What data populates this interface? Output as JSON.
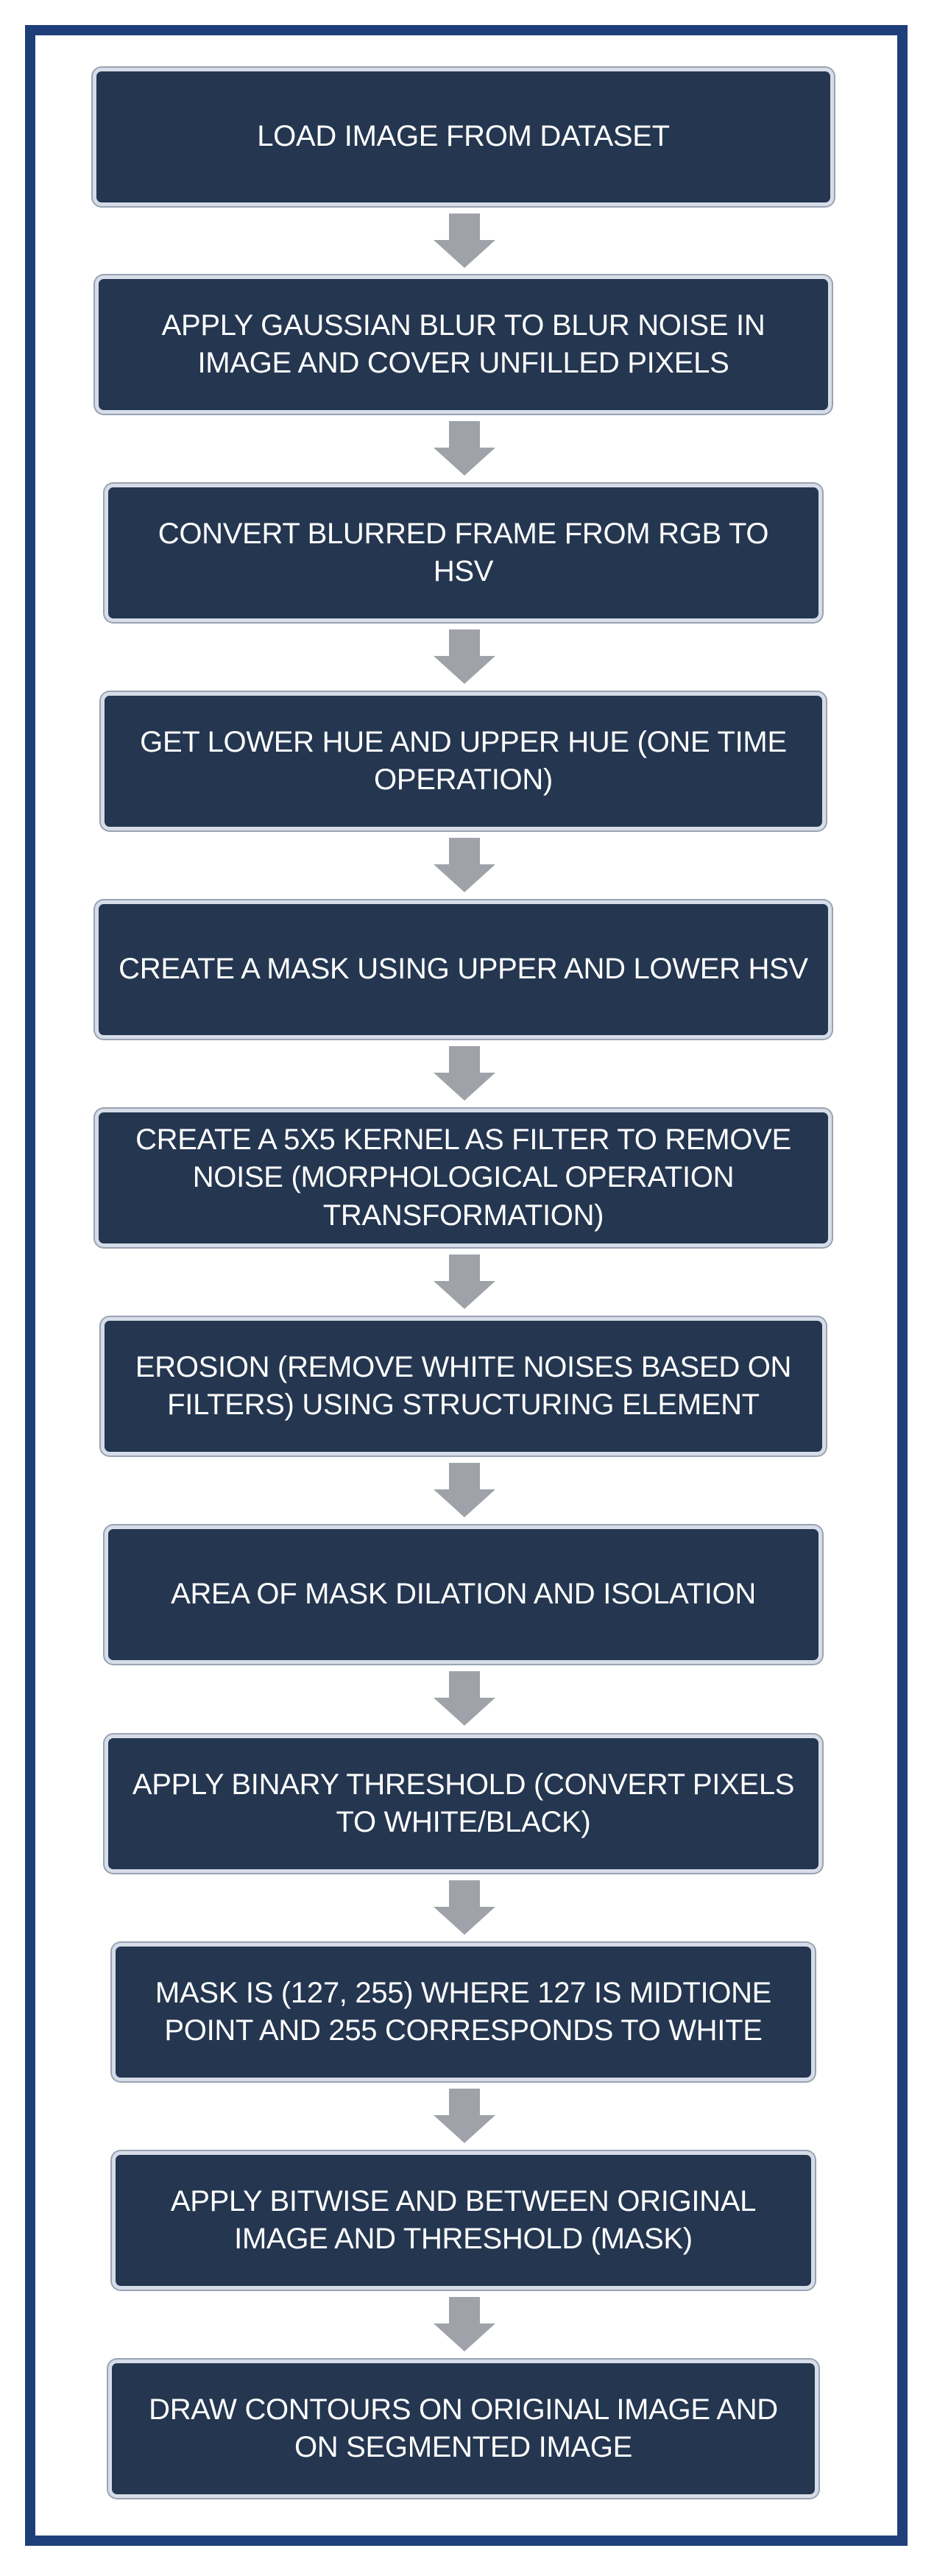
{
  "steps": [
    {
      "label": "LOAD IMAGE FROM DATASET"
    },
    {
      "label": "APPLY GAUSSIAN BLUR TO BLUR NOISE IN IMAGE AND COVER UNFILLED PIXELS"
    },
    {
      "label": "CONVERT BLURRED FRAME FROM RGB TO HSV"
    },
    {
      "label": "GET LOWER HUE AND UPPER HUE (ONE TIME OPERATION)"
    },
    {
      "label": "CREATE A MASK USING UPPER AND LOWER HSV"
    },
    {
      "label": "CREATE A 5X5 KERNEL AS FILTER TO REMOVE NOISE (MORPHOLOGICAL OPERATION TRANSFORMATION)"
    },
    {
      "label": "EROSION (REMOVE WHITE NOISES BASED ON FILTERS) USING STRUCTURING ELEMENT"
    },
    {
      "label": "AREA OF MASK DILATION AND ISOLATION"
    },
    {
      "label": "APPLY BINARY THRESHOLD (CONVERT PIXELS TO WHITE/BLACK)"
    },
    {
      "label": "MASK IS (127, 255) WHERE 127 IS MIDTIONE POINT AND 255 CORRESPONDS TO WHITE"
    },
    {
      "label": "APPLY BITWISE AND BETWEEN ORIGINAL IMAGE AND THRESHOLD (MASK)"
    },
    {
      "label": "DRAW CONTOURS ON ORIGINAL IMAGE AND ON SEGMENTED IMAGE"
    }
  ],
  "colors": {
    "frame_border": "#1f3f7a",
    "box_fill": "#243650",
    "arrow_fill": "#9fa3a9",
    "text": "#ffffff"
  }
}
